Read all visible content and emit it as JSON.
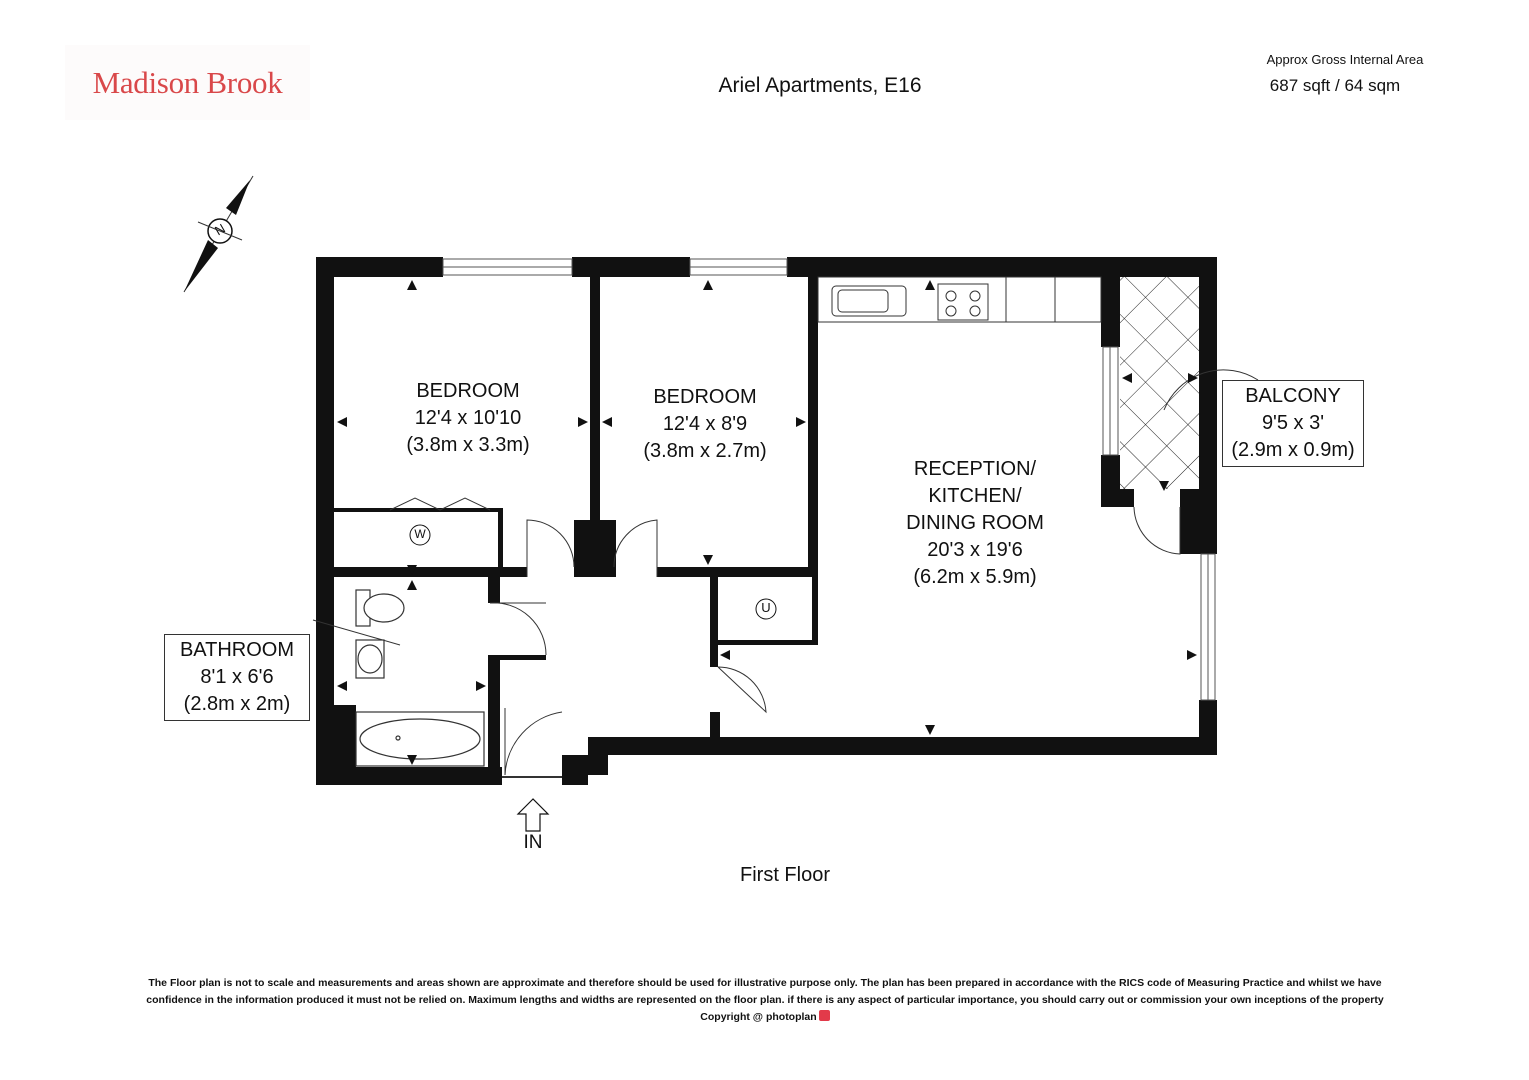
{
  "header": {
    "logo": "Madison Brook",
    "title": "Ariel Apartments, E16",
    "area_label": "Approx Gross Internal Area",
    "area_value": "687 sqft / 64 sqm"
  },
  "compass": {
    "label": "N"
  },
  "rooms": [
    {
      "name": "BEDROOM",
      "dims_imperial": "12'4 x 10'10",
      "dims_metric": "(3.8m x 3.3m)"
    },
    {
      "name": "BEDROOM",
      "dims_imperial": "12'4 x 8'9",
      "dims_metric": "(3.8m x 2.7m)"
    },
    {
      "name": "RECEPTION/ KITCHEN/ DINING ROOM",
      "name_lines": [
        "RECEPTION/",
        "KITCHEN/",
        "DINING ROOM"
      ],
      "dims_imperial": "20'3 x 19'6",
      "dims_metric": "(6.2m x 5.9m)"
    },
    {
      "name": "BALCONY",
      "dims_imperial": "9'5 x 3'",
      "dims_metric": "(2.9m x 0.9m)"
    },
    {
      "name": "BATHROOM",
      "dims_imperial": "8'1 x 6'6",
      "dims_metric": "(2.8m x 2m)"
    }
  ],
  "fixtures": {
    "washer": "W",
    "utility": "U"
  },
  "entrance": "IN",
  "floor_name": "First Floor",
  "footer": {
    "disclaimer_1": "The Floor plan is not to scale and measurements and areas shown are approximate and therefore should be used for illustrative purpose only. The plan has been prepared in accordance with the RICS code of Measuring Practice and whilst we have",
    "disclaimer_2": "confidence in the information produced it must not be relied on. Maximum  lengths and widths are represented on the floor plan. if there is any aspect of particular importance, you should carry out or commission your own inceptions of the property",
    "copyright": "Copyright @ photoplan"
  }
}
